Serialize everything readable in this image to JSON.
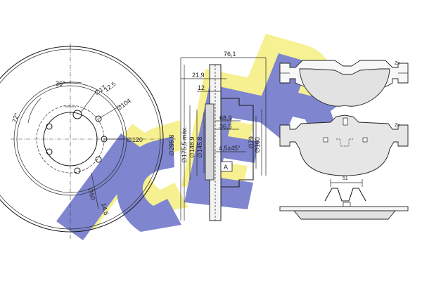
{
  "brand": {
    "watermark": "ICER",
    "colors": {
      "yellow": "#f6f08c",
      "blue": "#7f86cf",
      "line": "#2a2a2a",
      "pad_fill": "#e2e2e2"
    }
  },
  "disc_front": {
    "angle_a": "36°",
    "angle_b": "72°",
    "dia_a": "∅17",
    "dia_b": "12,5",
    "pcd": "∅104",
    "centre_bore": "∅120",
    "bolt_dia": "∅50",
    "bolt_depth": "14,5"
  },
  "disc_section": {
    "total_height": "76,1",
    "hat_height": "21,9",
    "thickness": "12",
    "dia_outer": "∅295,8",
    "dia_max": "∅175,5 máx.",
    "dia_148": "∅148,9",
    "dia_145": "∅145,8",
    "dia_68": "68,9",
    "dia_36": "36,5",
    "dia_79": "∅79",
    "dia_160": "∅160",
    "chamfer": "4,5x45°",
    "marker": "A"
  },
  "pads": {
    "qty_top": "2x",
    "qty_bottom": "2x",
    "clip_width": "51"
  }
}
